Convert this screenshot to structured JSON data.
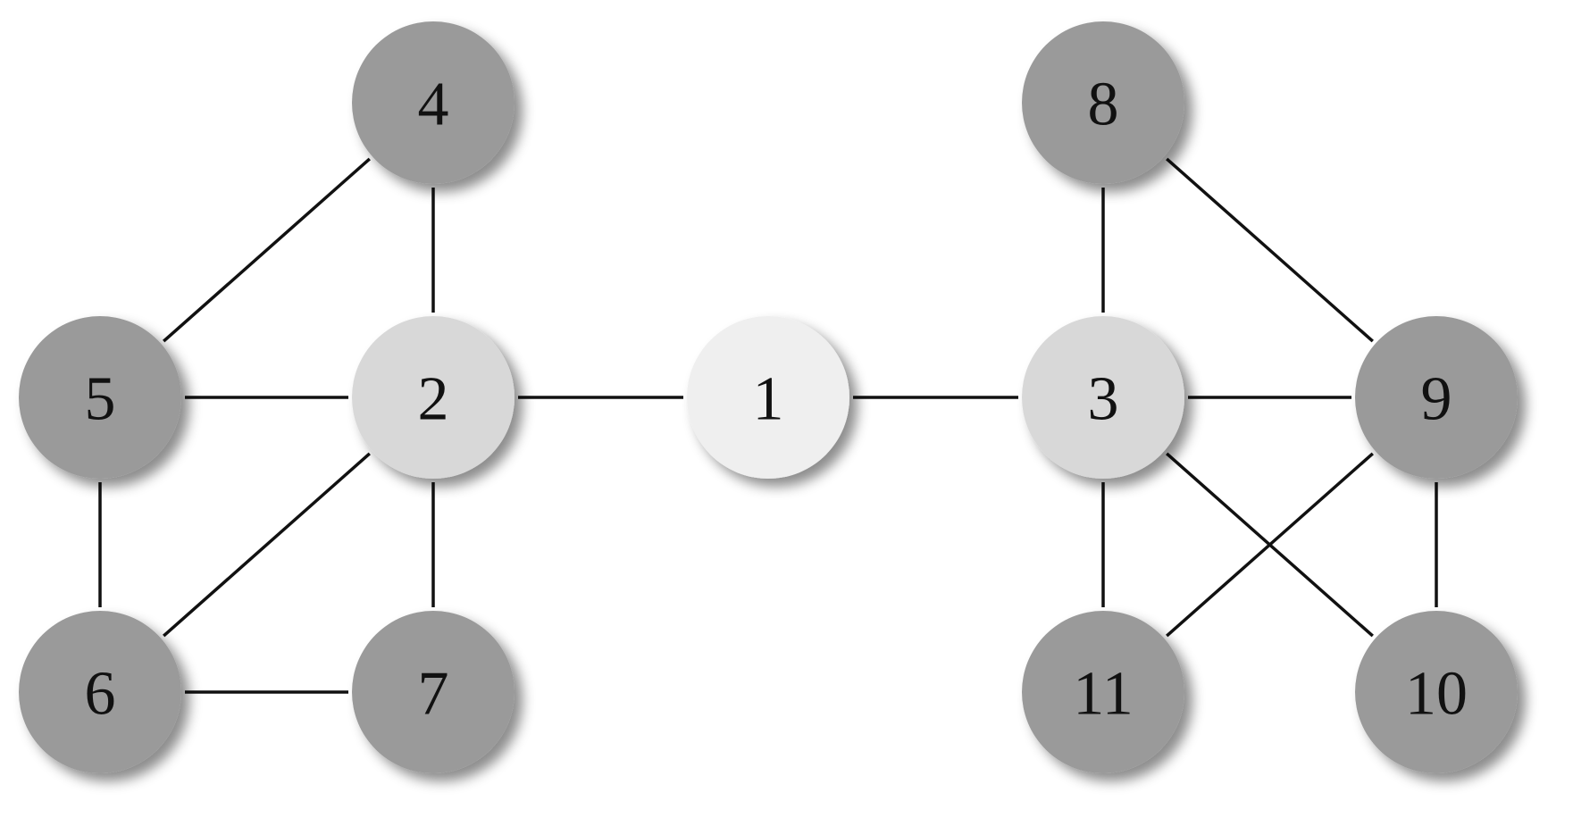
{
  "graph": {
    "nodes": [
      {
        "id": "1",
        "label": "1",
        "tier": "center"
      },
      {
        "id": "2",
        "label": "2",
        "tier": "hub"
      },
      {
        "id": "3",
        "label": "3",
        "tier": "hub"
      },
      {
        "id": "4",
        "label": "4",
        "tier": "leaf"
      },
      {
        "id": "5",
        "label": "5",
        "tier": "leaf"
      },
      {
        "id": "6",
        "label": "6",
        "tier": "leaf"
      },
      {
        "id": "7",
        "label": "7",
        "tier": "leaf"
      },
      {
        "id": "8",
        "label": "8",
        "tier": "leaf"
      },
      {
        "id": "9",
        "label": "9",
        "tier": "leaf"
      },
      {
        "id": "10",
        "label": "10",
        "tier": "leaf"
      },
      {
        "id": "11",
        "label": "11",
        "tier": "leaf"
      }
    ],
    "edges": [
      [
        "1",
        "2"
      ],
      [
        "1",
        "3"
      ],
      [
        "2",
        "4"
      ],
      [
        "2",
        "5"
      ],
      [
        "2",
        "6"
      ],
      [
        "2",
        "7"
      ],
      [
        "4",
        "5"
      ],
      [
        "5",
        "6"
      ],
      [
        "6",
        "7"
      ],
      [
        "3",
        "8"
      ],
      [
        "3",
        "9"
      ],
      [
        "3",
        "10"
      ],
      [
        "3",
        "11"
      ],
      [
        "8",
        "9"
      ],
      [
        "9",
        "10"
      ],
      [
        "9",
        "11"
      ]
    ],
    "colors": {
      "center": "#efefef",
      "hub": "#d8d8d8",
      "leaf": "#9a9a9a",
      "edge": "#111111",
      "label": "#111111"
    }
  }
}
